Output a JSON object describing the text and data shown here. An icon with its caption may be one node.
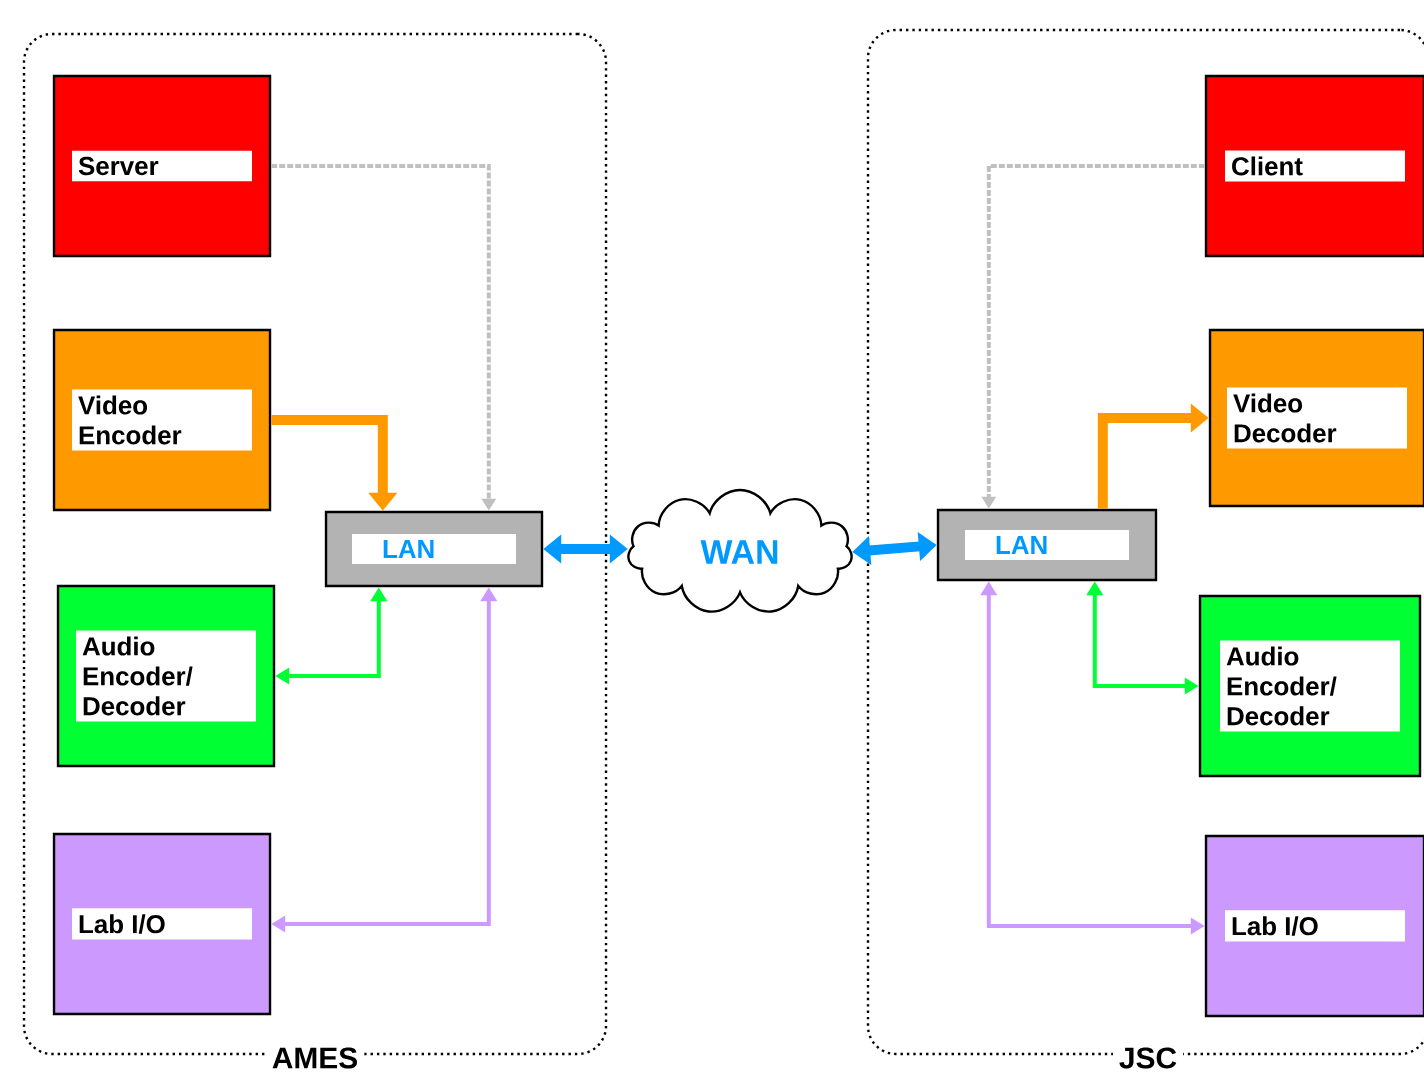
{
  "diagram": {
    "nodes": [
      {
        "text": [
          "AMES"
        ]
      },
      {
        "text": [
          "Server"
        ],
        "in": 0
      },
      {
        "text": [
          "Video Encoder"
        ],
        "in": 0
      },
      {
        "text": [
          "Audio Encoder/ Decoder"
        ],
        "in": 0
      },
      {
        "text": [
          "Lab I/O"
        ],
        "in": 0
      },
      {
        "text": [
          "LAN"
        ],
        "in": 0
      },
      {
        "text": [
          "WAN"
        ]
      },
      {
        "text": [
          "JSC"
        ]
      },
      {
        "text": [
          "LAN"
        ],
        "in": 7
      },
      {
        "text": [
          "Client"
        ],
        "in": 7
      },
      {
        "text": [
          "Video Decoder"
        ],
        "in": 7
      },
      {
        "text": [
          "Audio Encoder/ Decoder"
        ],
        "in": 7
      },
      {
        "text": [
          "Lab I/O"
        ],
        "in": 7
      }
    ],
    "edges": [
      {
        "from": 1,
        "to": 5,
        "arrow": "to",
        "style": "dashed",
        "color": "#c0c0c0"
      },
      {
        "from": 2,
        "to": 5,
        "arrow": "to",
        "style": "thick",
        "color": "#ff9900"
      },
      {
        "from": 3,
        "to": 5,
        "arrow": "both",
        "color": "#00ff33"
      },
      {
        "from": 4,
        "to": 5,
        "arrow": "both",
        "color": "#cc99ff"
      },
      {
        "from": 5,
        "to": 6,
        "arrow": "both",
        "style": "thick",
        "color": "#0099ff"
      },
      {
        "from": 6,
        "to": 8,
        "arrow": "both",
        "style": "thick",
        "color": "#0099ff"
      },
      {
        "from": 9,
        "to": 8,
        "arrow": "to",
        "style": "dashed",
        "color": "#c0c0c0"
      },
      {
        "from": 8,
        "to": 10,
        "arrow": "to",
        "style": "thick",
        "color": "#ff9900"
      },
      {
        "from": 8,
        "to": 11,
        "arrow": "both",
        "color": "#00ff33"
      },
      {
        "from": 8,
        "to": 12,
        "arrow": "both",
        "color": "#cc99ff"
      }
    ]
  }
}
